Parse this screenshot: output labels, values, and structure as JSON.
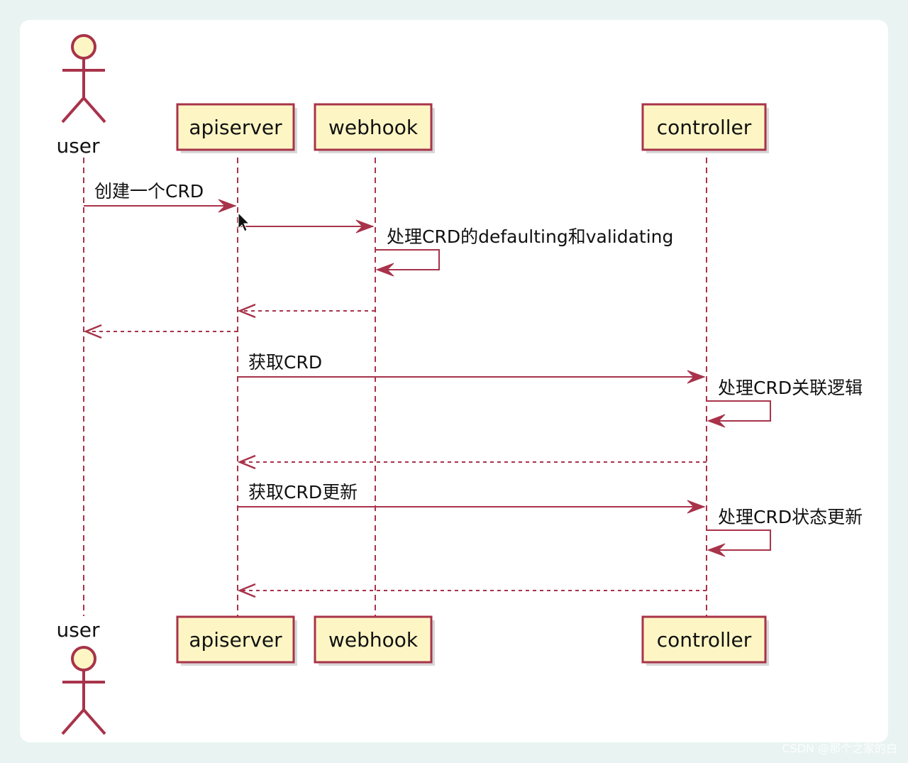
{
  "participants": [
    {
      "id": "user",
      "label": "user",
      "kind": "actor"
    },
    {
      "id": "apiserver",
      "label": "apiserver",
      "kind": "participant"
    },
    {
      "id": "webhook",
      "label": "webhook",
      "kind": "participant"
    },
    {
      "id": "controller",
      "label": "controller",
      "kind": "participant"
    }
  ],
  "messages": [
    {
      "from": "user",
      "to": "apiserver",
      "label": "创建一个CRD",
      "style": "solid"
    },
    {
      "from": "apiserver",
      "to": "webhook",
      "label": "",
      "style": "solid"
    },
    {
      "from": "webhook",
      "to": "webhook",
      "label": "处理CRD的defaulting和validating",
      "style": "self"
    },
    {
      "from": "webhook",
      "to": "apiserver",
      "label": "",
      "style": "dashed"
    },
    {
      "from": "apiserver",
      "to": "user",
      "label": "",
      "style": "dashed"
    },
    {
      "from": "apiserver",
      "to": "controller",
      "label": "获取CRD",
      "style": "solid"
    },
    {
      "from": "controller",
      "to": "controller",
      "label": "处理CRD关联逻辑",
      "style": "self"
    },
    {
      "from": "controller",
      "to": "apiserver",
      "label": "",
      "style": "dashed"
    },
    {
      "from": "apiserver",
      "to": "controller",
      "label": "获取CRD更新",
      "style": "solid"
    },
    {
      "from": "controller",
      "to": "controller",
      "label": "处理CRD状态更新",
      "style": "self"
    },
    {
      "from": "controller",
      "to": "apiserver",
      "label": "",
      "style": "dashed"
    }
  ],
  "colors": {
    "line": "#a8334a",
    "box_fill": "#fdf6c4",
    "page": "#e9f3f1",
    "card": "#ffffff"
  },
  "watermark": "CSDN @那个之家的白"
}
